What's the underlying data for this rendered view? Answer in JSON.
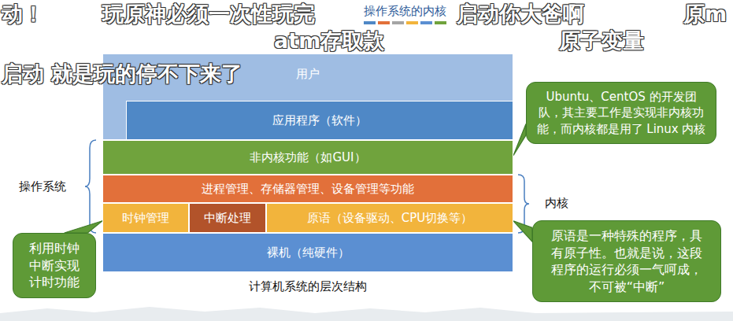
{
  "diagram": {
    "title": "操作系统的内核",
    "caption": "计算机系统的层次结构",
    "nodes": [
      {
        "text": [
          "用户"
        ]
      },
      {
        "text": [
          "应用程序（软件）"
        ],
        "in": 0
      },
      {
        "text": [
          "非内核功能（如GUI）"
        ]
      },
      {
        "text": [
          "进程管理、存储器管理、设备管理等功能"
        ]
      },
      {
        "text": [
          "时钟管理"
        ]
      },
      {
        "text": [
          "中断处理"
        ]
      },
      {
        "text": [
          "原语（设备驱动、CPU切换等）"
        ]
      },
      {
        "text": [
          "裸机（纯硬件）"
        ]
      },
      {
        "text": [
          "Ubuntu、CentOS 的开发团队，其主要工作是实现非内核功能，而内核都是用了 Linux 内核"
        ]
      },
      {
        "text": [
          "原语是一种特殊的程序，具有原子性。也就是说，这段程序的运行必须一气呵成，不可被“中断”"
        ]
      },
      {
        "text": [
          "利用时钟中断实现计时功能"
        ]
      }
    ],
    "edges": [
      {
        "from": 8,
        "to": 2,
        "arrow": "none"
      },
      {
        "from": 9,
        "to": 6,
        "arrow": "none"
      },
      {
        "from": 10,
        "to": 4,
        "arrow": "none"
      }
    ],
    "labels": [
      "动！",
      "玩原神必须一次性玩完",
      "启动你大爸啊",
      "原m",
      "atm存取款",
      "原子变量",
      "启动 就是玩的停不下来了",
      "操作系统",
      "内核"
    ]
  }
}
